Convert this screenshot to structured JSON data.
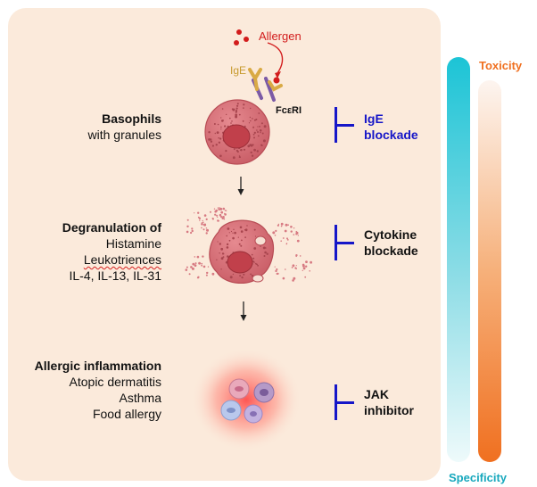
{
  "allergen_label": "Allergen",
  "ige_label": "IgE",
  "receptor_label": "FcεRI",
  "stages": [
    {
      "title": "Basophils",
      "lines": [
        "with granules"
      ]
    },
    {
      "title": "Degranulation of",
      "lines": [
        "Histamine",
        "Leukotriences",
        "IL-4, IL-13, IL-31"
      ]
    },
    {
      "title": "Allergic inflammation",
      "lines": [
        "Atopic dermatitis",
        "Asthma",
        "Food allergy"
      ]
    }
  ],
  "inhibitors": [
    {
      "line1": "IgE",
      "line2": "blockade",
      "color": "#1616c8"
    },
    {
      "line1": "Cytokine",
      "line2": "blockade",
      "color": "#111111"
    },
    {
      "line1": "JAK",
      "line2": "inhibitor",
      "color": "#111111"
    }
  ],
  "scales": {
    "toxicity_label": "Toxicity",
    "specificity_label": "Specificity",
    "toxicity_color": "#f07020",
    "specificity_color": "#1cc4d6"
  },
  "colors": {
    "panel": "#fbeadb",
    "cell": "#d9737b",
    "nucleus": "#c2424c",
    "tbar": "#1616c8",
    "allergen": "#d21c1c"
  }
}
